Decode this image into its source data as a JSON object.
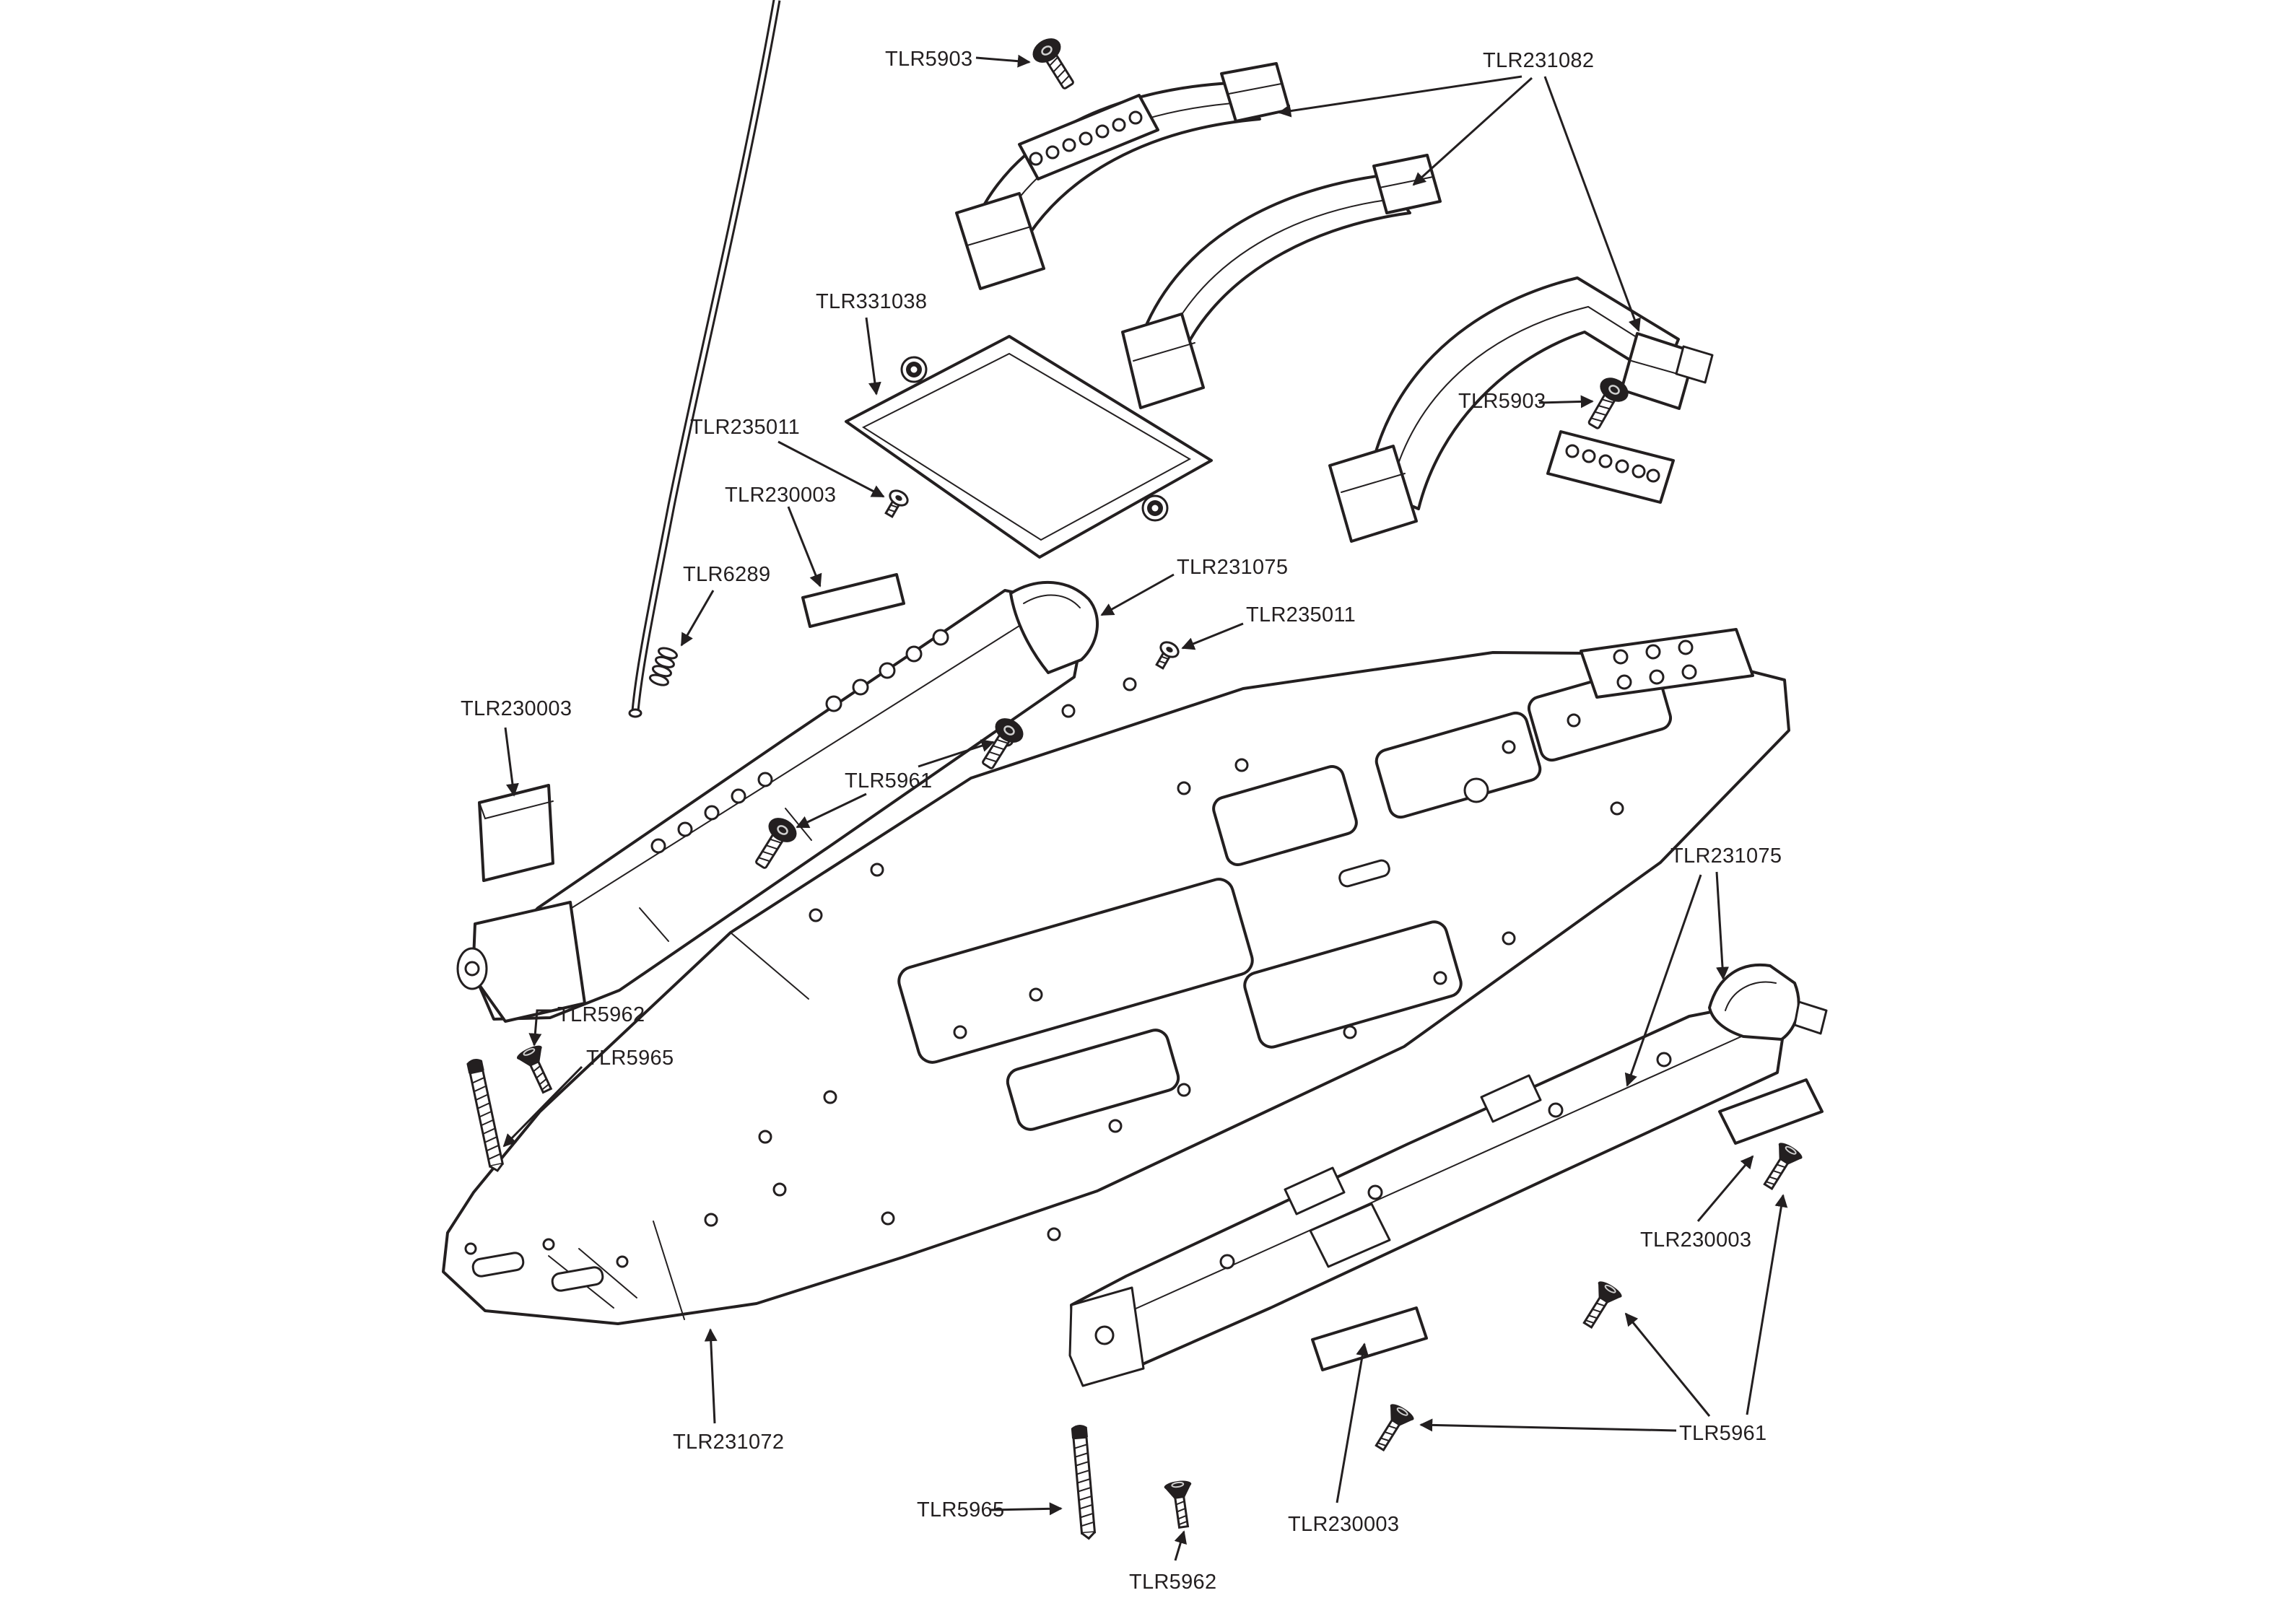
{
  "diagram": {
    "type": "exploded-parts-diagram",
    "background_color": "#ffffff",
    "line_color": "#231f20",
    "labels": [
      {
        "id": "tlr5903-top",
        "text": "TLR5903"
      },
      {
        "id": "tlr231082",
        "text": "TLR231082"
      },
      {
        "id": "tlr331038",
        "text": "TLR331038"
      },
      {
        "id": "tlr235011-upper",
        "text": "TLR235011"
      },
      {
        "id": "tlr230003-upper",
        "text": "TLR230003"
      },
      {
        "id": "tlr6289",
        "text": "TLR6289"
      },
      {
        "id": "tlr5903-right",
        "text": "TLR5903"
      },
      {
        "id": "tlr231075-left",
        "text": "TLR231075"
      },
      {
        "id": "tlr235011-mid",
        "text": "TLR235011"
      },
      {
        "id": "tlr230003-left",
        "text": "TLR230003"
      },
      {
        "id": "tlr5961-left",
        "text": "TLR5961"
      },
      {
        "id": "tlr5962-left",
        "text": "TLR5962"
      },
      {
        "id": "tlr5965-left",
        "text": "TLR5965"
      },
      {
        "id": "tlr231075-right",
        "text": "TLR231075"
      },
      {
        "id": "tlr230003-right",
        "text": "TLR230003"
      },
      {
        "id": "tlr5961-right",
        "text": "TLR5961"
      },
      {
        "id": "tlr231072",
        "text": "TLR231072"
      },
      {
        "id": "tlr5965-bottom",
        "text": "TLR5965"
      },
      {
        "id": "tlr5962-bottom",
        "text": "TLR5962"
      },
      {
        "id": "tlr230003-bottom",
        "text": "TLR230003"
      }
    ],
    "part_numbers_visible": [
      "TLR5903",
      "TLR231082",
      "TLR331038",
      "TLR235011",
      "TLR230003",
      "TLR6289",
      "TLR231075",
      "TLR5961",
      "TLR5962",
      "TLR5965",
      "TLR231072"
    ]
  }
}
